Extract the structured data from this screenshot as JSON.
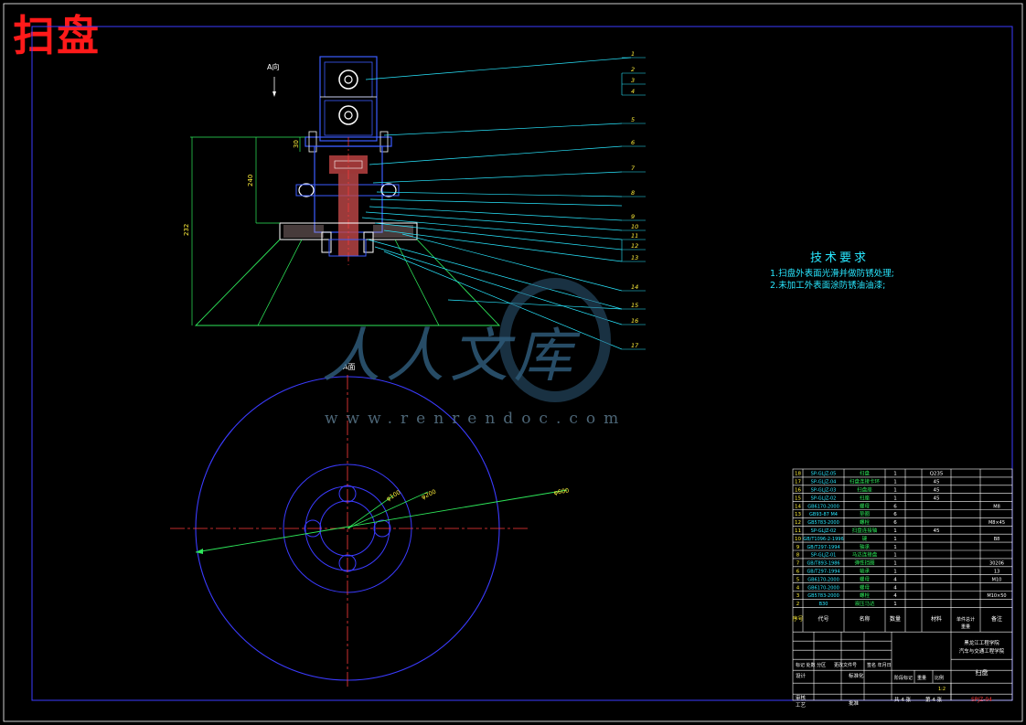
{
  "title": "扫盘",
  "view_labels": {
    "top": "A向",
    "bottom": "A面"
  },
  "dims": {
    "d1": "30",
    "d2": "240",
    "d3": "232"
  },
  "dia_labels": [
    "φ100",
    "φ200",
    "φ600"
  ],
  "leaders": [
    "1",
    "2",
    "3",
    "4",
    "5",
    "6",
    "7",
    "8",
    "9",
    "10",
    "11",
    "12",
    "13",
    "14",
    "15",
    "16",
    "17"
  ],
  "tech_req": {
    "heading": "技术要求",
    "items": [
      "1.扫盘外表面光滑并做防锈处理;",
      "2.未加工外表面涂防锈油油漆;"
    ]
  },
  "watermark": {
    "cn": "人人文库",
    "url": "www.renrendoc.com"
  },
  "bom": {
    "rows": [
      {
        "no": "18",
        "code": "SP-GLJZ-05",
        "name": "扫盘",
        "qty": "1",
        "mat": "Q235",
        "note": ""
      },
      {
        "no": "17",
        "code": "SP-GLJZ-04",
        "name": "扫盘连接卡环",
        "qty": "1",
        "mat": "45",
        "note": ""
      },
      {
        "no": "16",
        "code": "SP-GLJZ-03",
        "name": "扫盘座",
        "qty": "1",
        "mat": "45",
        "note": ""
      },
      {
        "no": "15",
        "code": "SP-GLJZ-02",
        "name": "扫座",
        "qty": "1",
        "mat": "45",
        "note": ""
      },
      {
        "no": "14",
        "code": "GB6170-2000",
        "name": "螺母",
        "qty": "6",
        "mat": "",
        "note": "M8"
      },
      {
        "no": "13",
        "code": "GB93-87 M4",
        "name": "垫圈",
        "qty": "6",
        "mat": "",
        "note": ""
      },
      {
        "no": "12",
        "code": "GB5783-2000",
        "name": "螺栓",
        "qty": "6",
        "mat": "",
        "note": "M8×45"
      },
      {
        "no": "11",
        "code": "SP-GLJZ-02",
        "name": "扫盘连接轴",
        "qty": "1",
        "mat": "45",
        "note": ""
      },
      {
        "no": "10",
        "code": "GB/T1096-2-1996",
        "name": "键",
        "qty": "1",
        "mat": "",
        "note": "B8"
      },
      {
        "no": "9",
        "code": "GB/T297-1994",
        "name": "轴承",
        "qty": "1",
        "mat": "",
        "note": ""
      },
      {
        "no": "8",
        "code": "SP-GLJZ-01",
        "name": "马达连接盘",
        "qty": "1",
        "mat": "",
        "note": ""
      },
      {
        "no": "7",
        "code": "GB/T893-1986",
        "name": "弹性挡圈",
        "qty": "1",
        "mat": "",
        "note": "30206"
      },
      {
        "no": "6",
        "code": "GB/T297-1994",
        "name": "轴承",
        "qty": "1",
        "mat": "",
        "note": "13"
      },
      {
        "no": "5",
        "code": "GB6170-2000",
        "name": "螺母",
        "qty": "4",
        "mat": "",
        "note": "M10"
      },
      {
        "no": "4",
        "code": "GB6170-2000",
        "name": "螺母",
        "qty": "4",
        "mat": "",
        "note": ""
      },
      {
        "no": "3",
        "code": "GB5783-2000",
        "name": "螺栓",
        "qty": "4",
        "mat": "",
        "note": "M10×50"
      },
      {
        "no": "2",
        "code": "B30",
        "name": "液压马达",
        "qty": "1",
        "mat": "",
        "note": ""
      }
    ],
    "header": {
      "no": "序号",
      "code": "代号",
      "name": "名称",
      "qty": "数量",
      "mat": "材料",
      "unit": "单件",
      "total": "总计",
      "weight": "重量",
      "note": "备注"
    },
    "school": "黑龙江工程学院",
    "dept": "汽车与交通工程学院",
    "drawing_name": "扫盘",
    "drawing_no": "SPJZ-04",
    "labels": {
      "mark": "标记",
      "count": "处数",
      "zone": "分区",
      "docno": "更改文件号",
      "sign": "签名",
      "date": "年月日",
      "design": "设计",
      "std": "标准化",
      "stage": "阶段标记",
      "weight": "重量",
      "scale": "比例",
      "check": "审核",
      "process": "工艺",
      "approve": "批准",
      "sheets": "共 4 张",
      "sheet": "第 4 张",
      "scale_val": "1:2"
    }
  }
}
